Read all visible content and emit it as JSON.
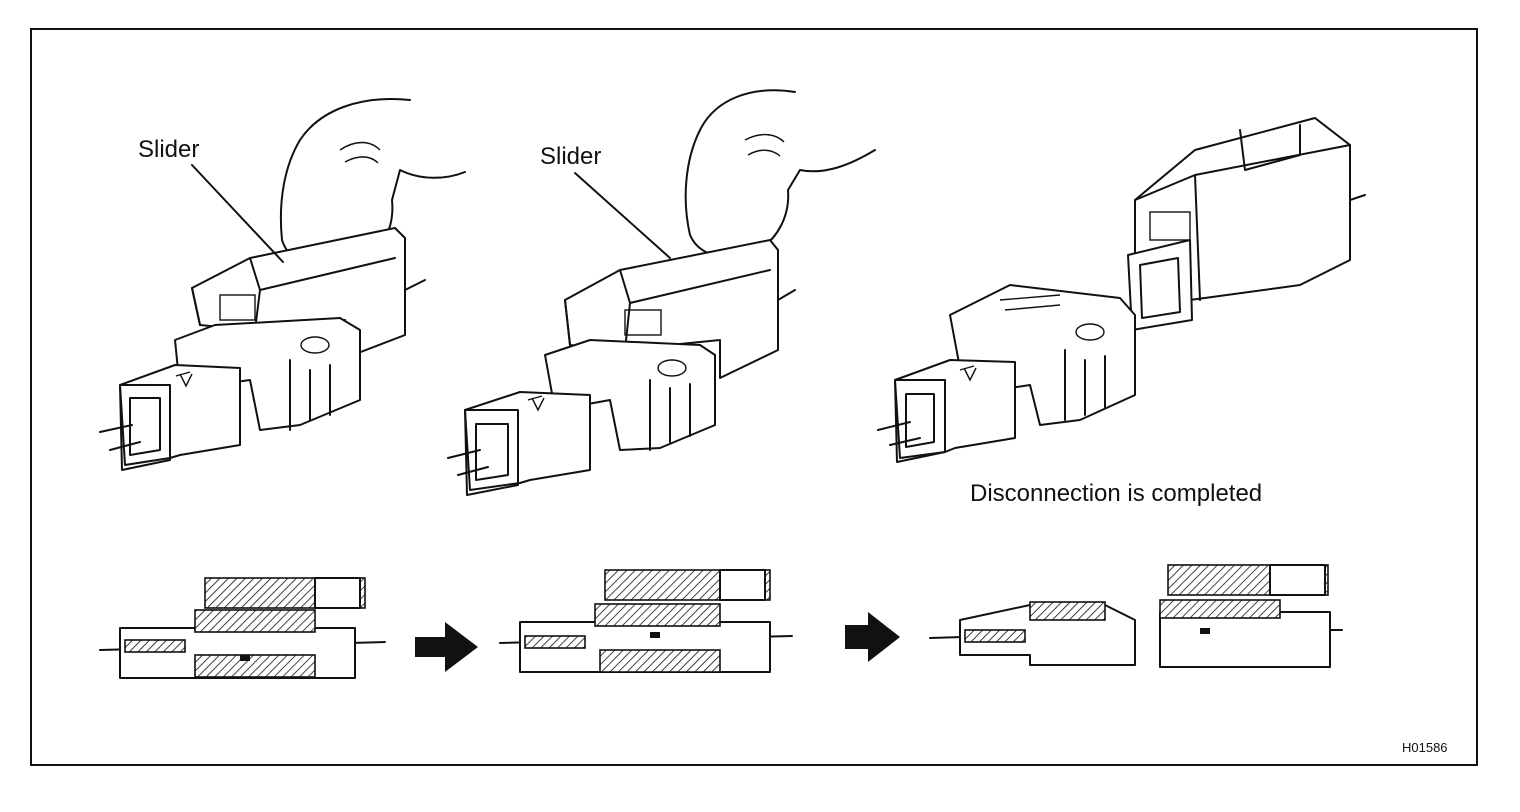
{
  "labels": {
    "slider_1": "Slider",
    "slider_2": "Slider",
    "disconnection": "Disconnection is completed",
    "figure_code": "H01586"
  },
  "colors": {
    "line": "#111111",
    "background": "#ffffff"
  },
  "icons": [
    "finger-press-icon",
    "arrow-right-icon"
  ]
}
